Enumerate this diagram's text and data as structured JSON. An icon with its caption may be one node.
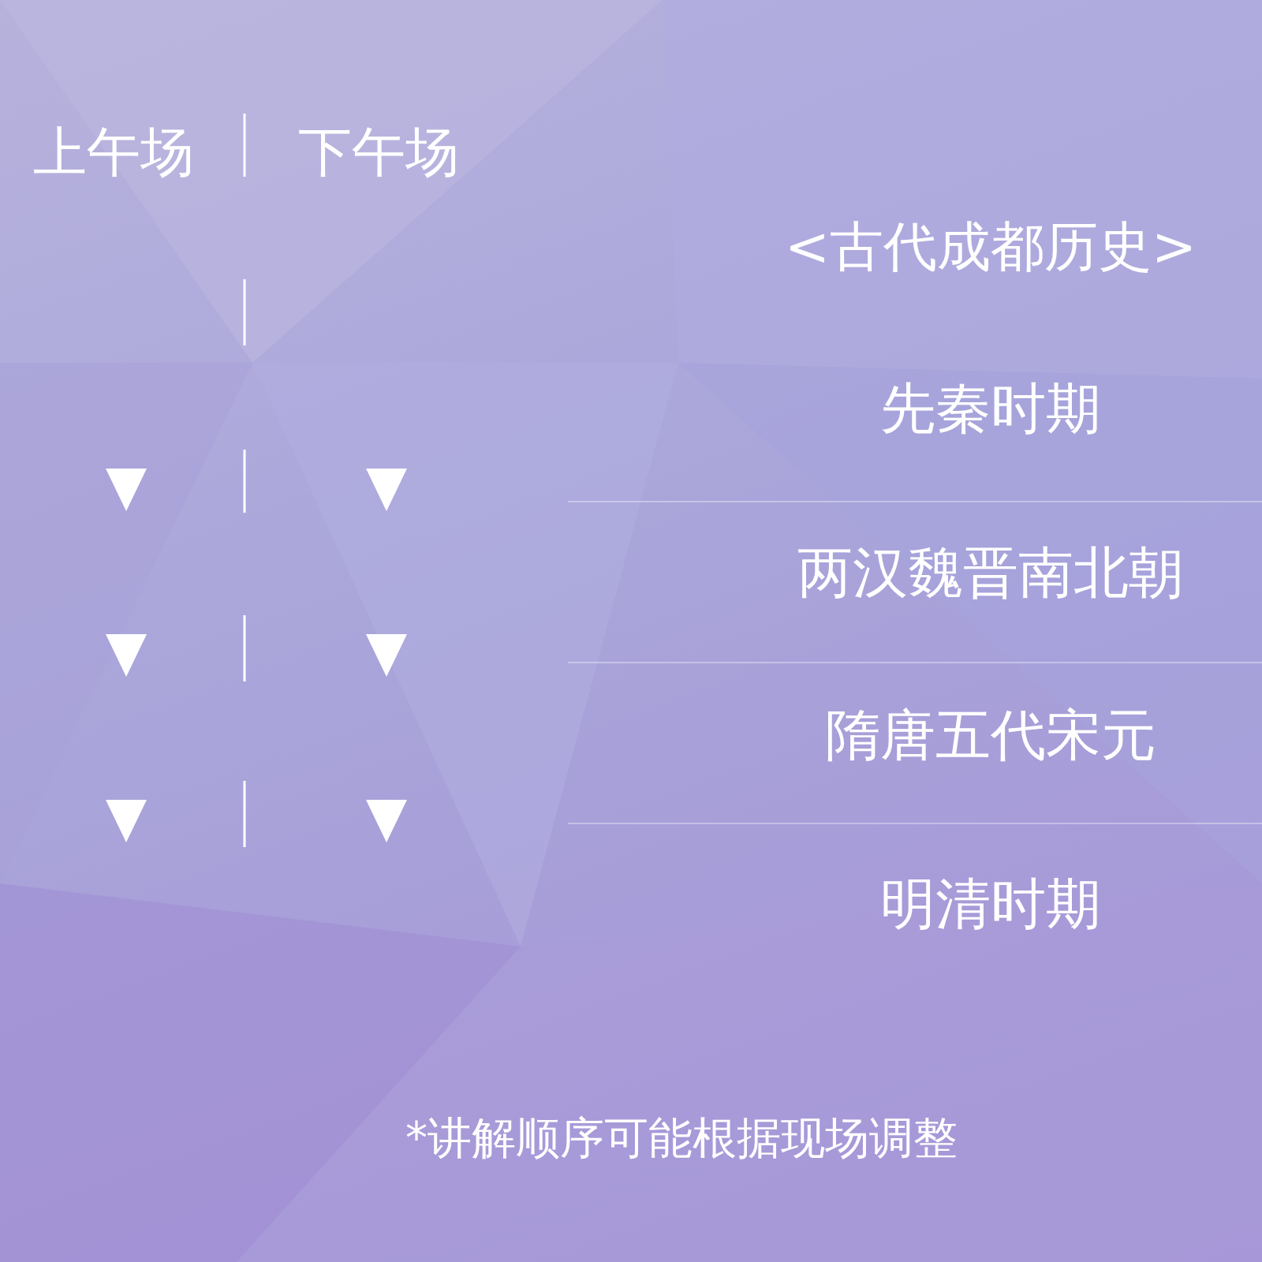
{
  "diagram": {
    "labels": [
      "上午场",
      "下午场",
      "<古代成都历史>",
      "先秦时期",
      "两汉魏晋南北朝",
      "隋唐五代宋元",
      "明清时期"
    ],
    "caption": "*讲解顺序可能根据现场调整"
  }
}
